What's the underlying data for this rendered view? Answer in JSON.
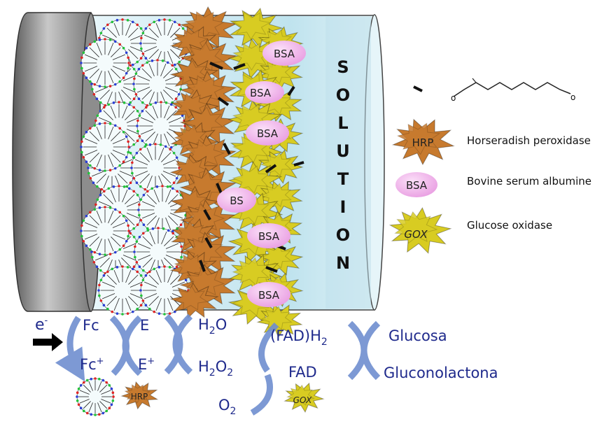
{
  "electrode": {
    "solution_letters": [
      "S",
      "O",
      "L",
      "U",
      "T",
      "I",
      "O",
      "N"
    ],
    "bsa_tags": [
      "BSA",
      "BSA",
      "BSA",
      "BS",
      "BSA",
      "BSA"
    ]
  },
  "legend": {
    "hrp_tag": "HRP",
    "hrp_name": "Horseradish peroxidase",
    "bsa_tag": "BSA",
    "bsa_name": "Bovine serum albumine",
    "gox_tag": "GOX",
    "gox_name": "Glucose oxidase"
  },
  "scheme": {
    "electron": "e",
    "electron_sup": "-",
    "fc": "Fc",
    "fc_plus": "Fc",
    "plus_sup": "+",
    "e": "E",
    "e_plus": "E",
    "h2o": "H",
    "h2o_tail": "O",
    "h2o2": "H",
    "h2o2_mid": "O",
    "o2": "O",
    "fadh2_a": "(FAD)H",
    "fad": "FAD",
    "glucosa": "Glucosa",
    "gluconolactona": "Gluconolactona",
    "hrp_tag": "HRP",
    "gox_tag": "GOX",
    "sub2": "2"
  },
  "colors": {
    "hrp": "#c77a2e",
    "gox": "#d8cc22",
    "bsa": "#f3b6ee",
    "arrow": "#6f8fd0",
    "text": "#1f2a8c",
    "solution": "#cfe9f1"
  },
  "icons": [
    "dendrimer-icon",
    "hrp-enzyme-icon",
    "gox-enzyme-icon",
    "bsa-protein-icon",
    "glutaraldehyde-icon",
    "electron-arrow-icon",
    "curved-arrow-icon"
  ]
}
